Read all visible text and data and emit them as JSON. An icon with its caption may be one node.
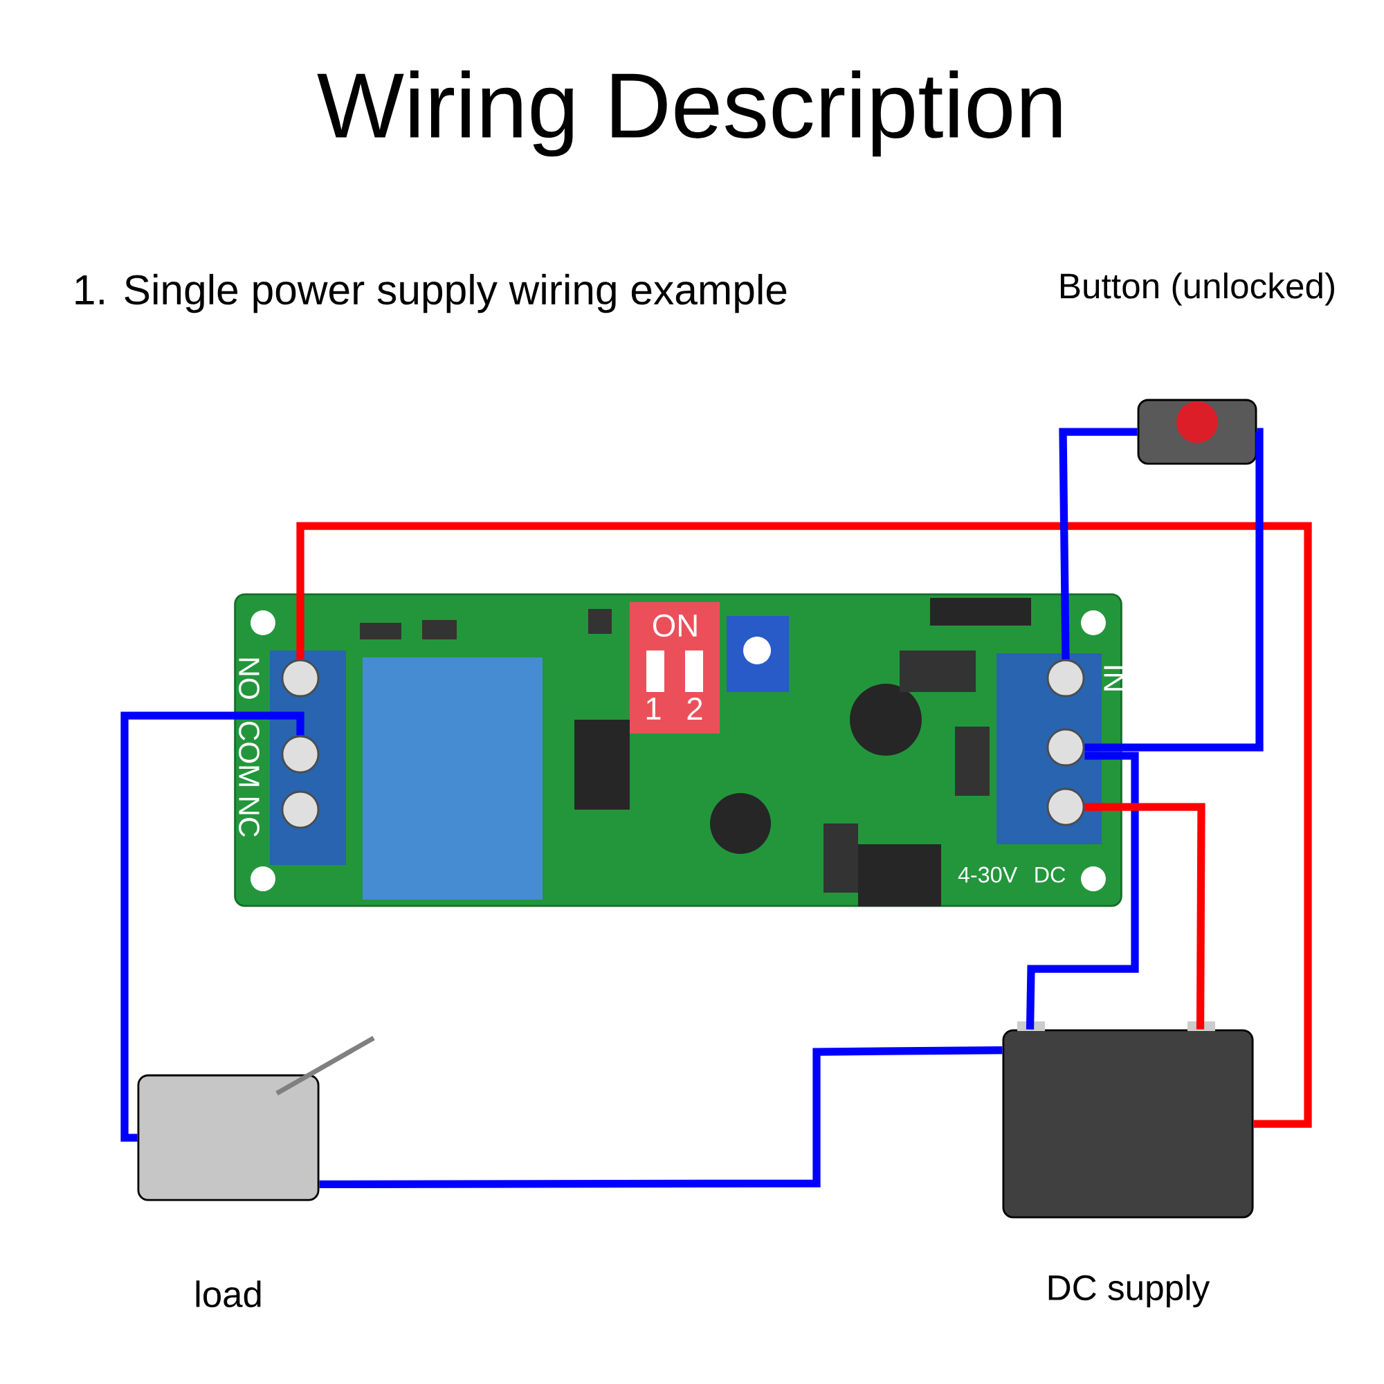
{
  "diagram": {
    "title": "Wiring Description",
    "nodes": [
      {
        "text": [],
        "shape": "picture"
      },
      {
        "text": [],
        "shape": "circle",
        "in": 0,
        "beside": [
          "NO"
        ]
      },
      {
        "text": [],
        "shape": "circle",
        "in": 0,
        "beside": [
          "COM"
        ]
      },
      {
        "text": [],
        "shape": "circle",
        "in": 0,
        "beside": [
          "NC"
        ]
      },
      {
        "text": [],
        "shape": "circle",
        "in": 0,
        "beside": [
          "IN"
        ]
      },
      {
        "text": [],
        "shape": "circle",
        "in": 0
      },
      {
        "text": [],
        "shape": "circle",
        "in": 0
      },
      {
        "text": [
          "Button (unlocked)"
        ]
      },
      {
        "text": [
          "load"
        ]
      },
      {
        "text": [
          "DC supply"
        ]
      }
    ],
    "edges": [
      {
        "from": 1,
        "to": 9,
        "arrow": "none",
        "color": "#ff0000"
      },
      {
        "from": 7,
        "to": 4,
        "arrow": "none"
      },
      {
        "from": 7,
        "to": 5,
        "arrow": "none"
      },
      {
        "from": 5,
        "to": 9,
        "arrow": "none"
      },
      {
        "from": 6,
        "to": 9,
        "arrow": "none",
        "color": "#ff0000"
      },
      {
        "from": 2,
        "to": 8,
        "arrow": "none"
      },
      {
        "from": 8,
        "to": 9,
        "arrow": "none"
      }
    ],
    "labels": [
      "1. Single power supply wiring example",
      "ON",
      "1",
      "2",
      "4-30V DC"
    ]
  }
}
